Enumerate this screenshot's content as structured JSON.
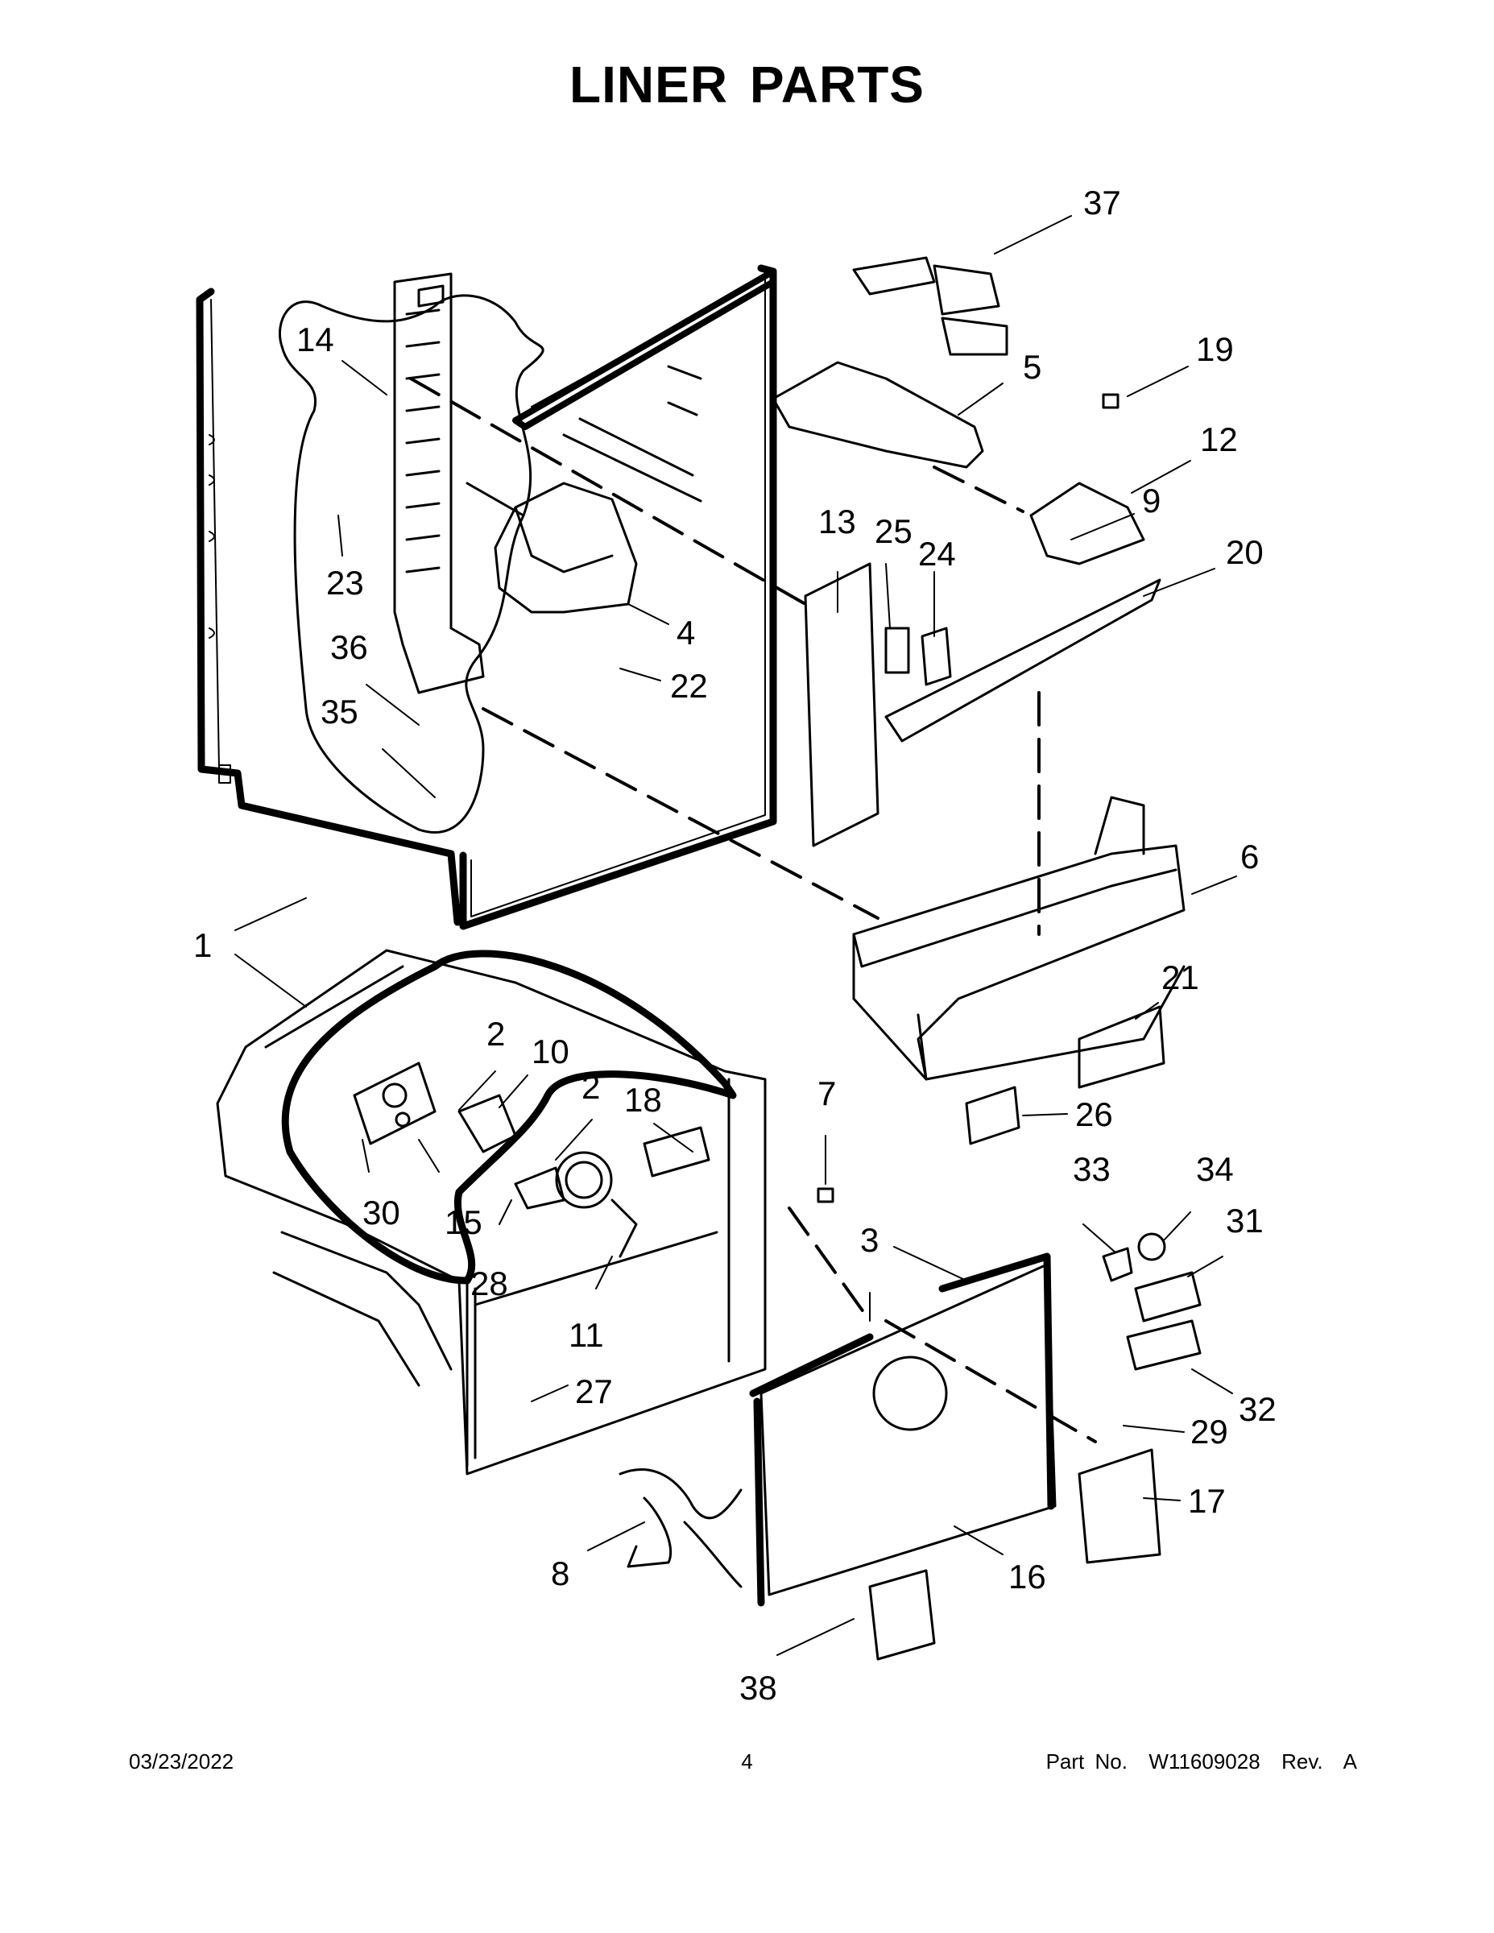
{
  "title": "LINER PARTS",
  "footer": {
    "date": "03/23/2022",
    "page": "4",
    "part": "Part No.  W11609028  Rev.  A"
  },
  "callouts": [
    {
      "label": "37"
    },
    {
      "label": "5"
    },
    {
      "label": "19"
    },
    {
      "label": "12"
    },
    {
      "label": "9"
    },
    {
      "label": "20"
    },
    {
      "label": "14"
    },
    {
      "label": "13"
    },
    {
      "label": "25"
    },
    {
      "label": "24"
    },
    {
      "label": "23"
    },
    {
      "label": "4"
    },
    {
      "label": "36"
    },
    {
      "label": "22"
    },
    {
      "label": "35"
    },
    {
      "label": "6"
    },
    {
      "label": "1"
    },
    {
      "label": "21"
    },
    {
      "label": "2"
    },
    {
      "label": "10"
    },
    {
      "label": "2"
    },
    {
      "label": "18"
    },
    {
      "label": "7"
    },
    {
      "label": "26"
    },
    {
      "label": "30"
    },
    {
      "label": "15"
    },
    {
      "label": "33"
    },
    {
      "label": "34"
    },
    {
      "label": "31"
    },
    {
      "label": "28"
    },
    {
      "label": "3"
    },
    {
      "label": "11"
    },
    {
      "label": "27"
    },
    {
      "label": "32"
    },
    {
      "label": "29"
    },
    {
      "label": "17"
    },
    {
      "label": "8"
    },
    {
      "label": "16"
    },
    {
      "label": "38"
    }
  ]
}
